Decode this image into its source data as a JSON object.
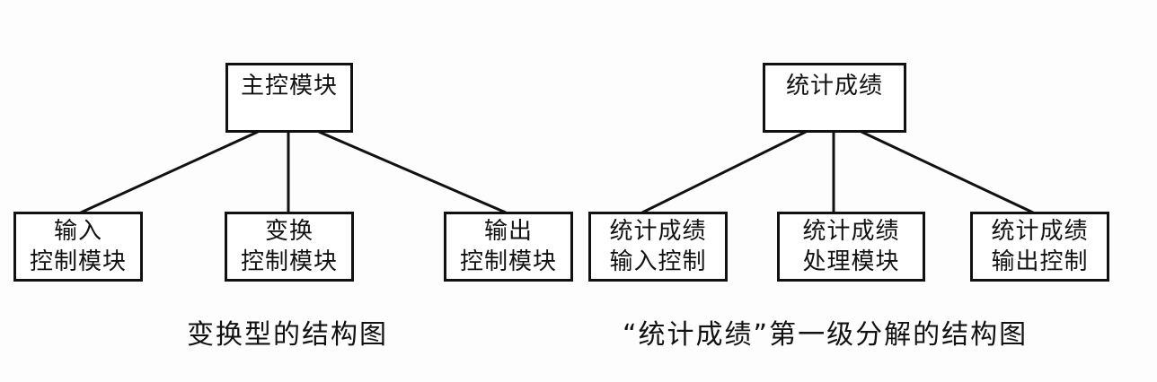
{
  "diagrams": [
    {
      "root": {
        "lines": [
          "主控模块"
        ]
      },
      "children": [
        {
          "lines": [
            "输入",
            "控制模块"
          ]
        },
        {
          "lines": [
            "变换",
            "控制模块"
          ]
        },
        {
          "lines": [
            "输出",
            "控制模块"
          ]
        }
      ],
      "caption": "变换型的结构图"
    },
    {
      "root": {
        "lines": [
          "统计成绩"
        ]
      },
      "children": [
        {
          "lines": [
            "统计成绩",
            "输入控制"
          ]
        },
        {
          "lines": [
            "统计成绩",
            "处理模块"
          ]
        },
        {
          "lines": [
            "统计成绩",
            "输出控制"
          ]
        }
      ],
      "caption": "“统计成绩”第一级分解的结构图"
    }
  ]
}
